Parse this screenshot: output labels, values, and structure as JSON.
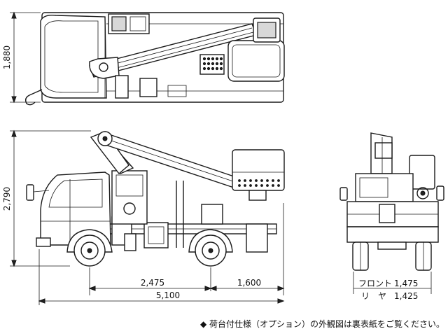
{
  "dimensions": {
    "top_width": "1,880",
    "height": "2,790",
    "wheelbase": "2,475",
    "rear_overhang": "1,600",
    "length": "5,100",
    "front_track_label": "フロント",
    "front_track_value": "1,475",
    "rear_track_label": "リ　ヤ",
    "rear_track_value": "1,425"
  },
  "note": "◆ 荷台付仕様（オプション）の外観図は裏表紙をご覧ください。"
}
